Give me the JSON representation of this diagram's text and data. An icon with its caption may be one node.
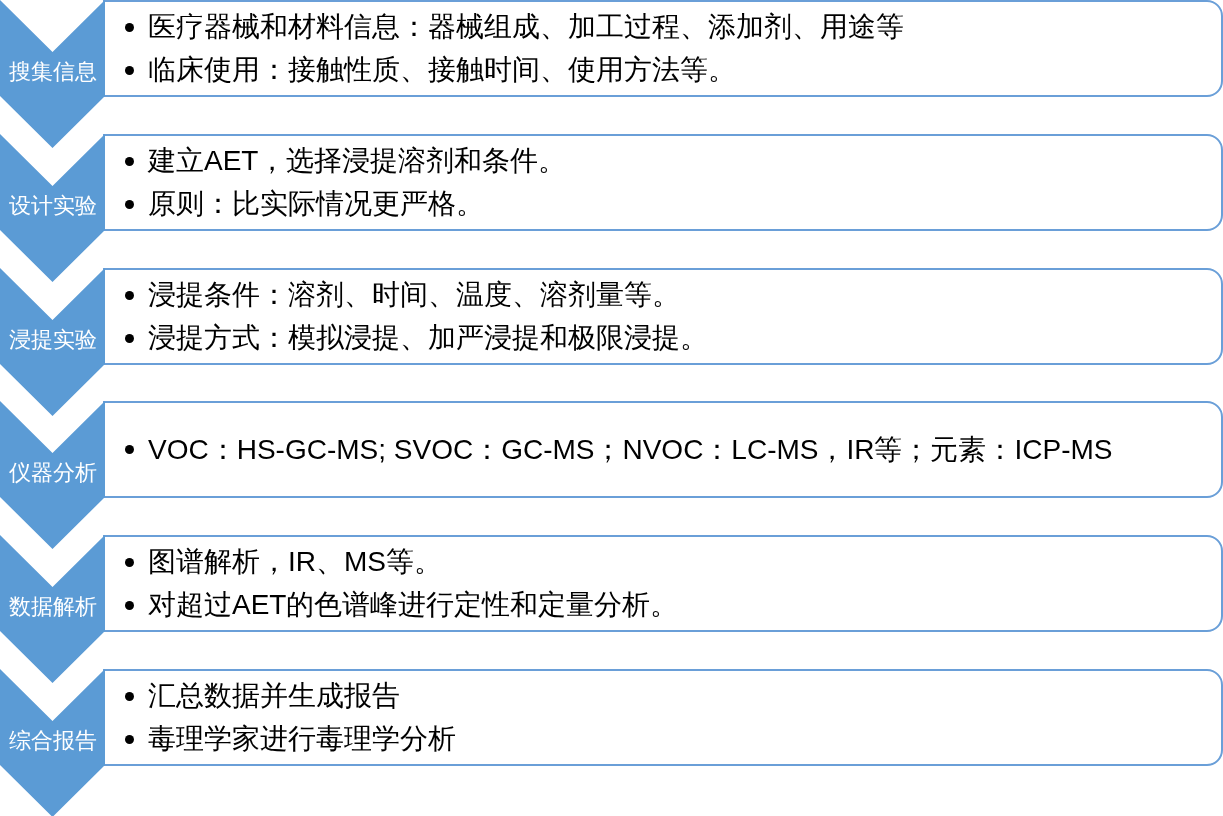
{
  "diagram": {
    "nodes": [
      {
        "text": [
          "搜集信息"
        ]
      },
      {
        "text": [
          "医疗器械和材料信息：器械组成、加工过程、添加剂、用途等",
          "临床使用：接触性质、接触时间、使用方法等。"
        ]
      },
      {
        "text": [
          "设计实验"
        ]
      },
      {
        "text": [
          "建立AET，选择浸提溶剂和条件。",
          "原则：比实际情况更严格。"
        ]
      },
      {
        "text": [
          "浸提实验"
        ]
      },
      {
        "text": [
          "浸提条件：溶剂、时间、温度、溶剂量等。",
          "浸提方式：模拟浸提、加严浸提和极限浸提。"
        ]
      },
      {
        "text": [
          "仪器分析"
        ]
      },
      {
        "text": [
          "VOC：HS-GC-MS; SVOC：GC-MS；NVOC：LC-MS，IR等；元素：ICP-MS"
        ]
      },
      {
        "text": [
          "数据解析"
        ]
      },
      {
        "text": [
          "图谱解析，IR、MS等。",
          "对超过AET的色谱峰进行定性和定量分析。"
        ]
      },
      {
        "text": [
          "综合报告"
        ]
      },
      {
        "text": [
          "汇总数据并生成报告",
          "毒理学家进行毒理学分析"
        ]
      }
    ]
  }
}
